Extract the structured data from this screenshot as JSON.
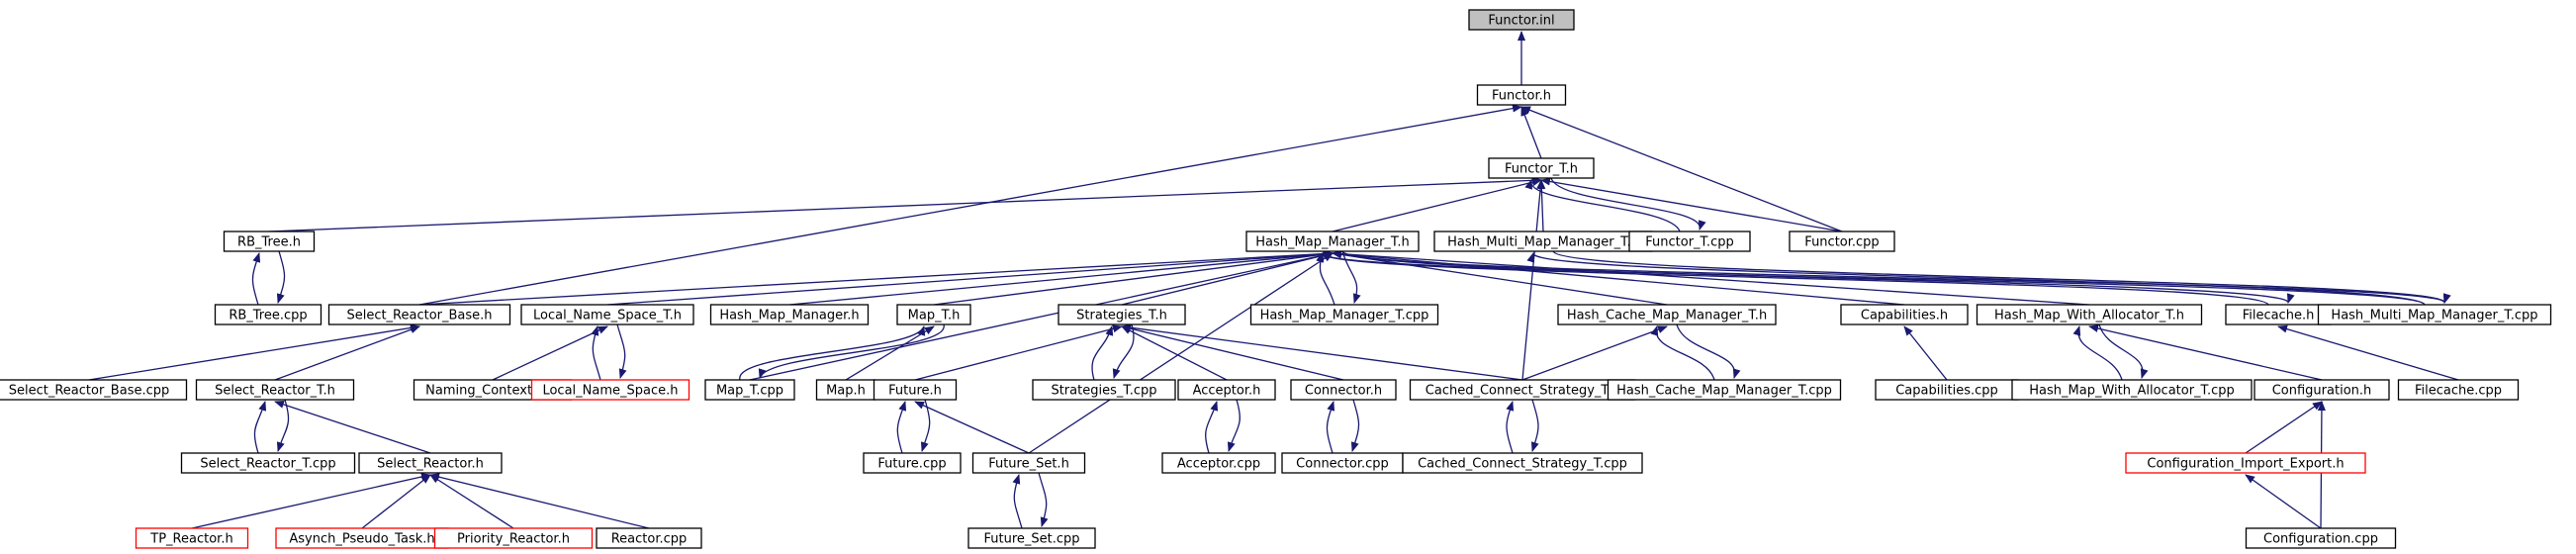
{
  "colors": {
    "edge": "#191970",
    "border_normal": "#000000",
    "border_truncated": "#ff0000",
    "fill_root": "#c0c0c0",
    "fill_normal": "#ffffff"
  },
  "nodes": [
    {
      "id": "functor_inl",
      "label": "Functor.inl",
      "kind": "root"
    },
    {
      "id": "functor_h",
      "label": "Functor.h",
      "kind": "normal"
    },
    {
      "id": "functor_t_h",
      "label": "Functor_T.h",
      "kind": "normal"
    },
    {
      "id": "rb_tree_h",
      "label": "RB_Tree.h",
      "kind": "normal"
    },
    {
      "id": "hash_map_manager_t_h",
      "label": "Hash_Map_Manager_T.h",
      "kind": "normal"
    },
    {
      "id": "hash_multi_map_manager_t_h",
      "label": "Hash_Multi_Map_Manager_T.h",
      "kind": "normal"
    },
    {
      "id": "functor_t_cpp",
      "label": "Functor_T.cpp",
      "kind": "normal"
    },
    {
      "id": "functor_cpp",
      "label": "Functor.cpp",
      "kind": "normal"
    },
    {
      "id": "rb_tree_cpp",
      "label": "RB_Tree.cpp",
      "kind": "normal"
    },
    {
      "id": "select_reactor_base_h",
      "label": "Select_Reactor_Base.h",
      "kind": "normal"
    },
    {
      "id": "local_name_space_t_h",
      "label": "Local_Name_Space_T.h",
      "kind": "normal"
    },
    {
      "id": "hash_map_manager_h",
      "label": "Hash_Map_Manager.h",
      "kind": "normal"
    },
    {
      "id": "map_t_h",
      "label": "Map_T.h",
      "kind": "normal"
    },
    {
      "id": "strategies_t_h",
      "label": "Strategies_T.h",
      "kind": "normal"
    },
    {
      "id": "hash_map_manager_t_cpp",
      "label": "Hash_Map_Manager_T.cpp",
      "kind": "normal"
    },
    {
      "id": "hash_cache_map_manager_t_h",
      "label": "Hash_Cache_Map_Manager_T.h",
      "kind": "normal"
    },
    {
      "id": "capabilities_h",
      "label": "Capabilities.h",
      "kind": "normal"
    },
    {
      "id": "hash_map_with_allocator_t_h",
      "label": "Hash_Map_With_Allocator_T.h",
      "kind": "normal"
    },
    {
      "id": "filecache_h",
      "label": "Filecache.h",
      "kind": "normal"
    },
    {
      "id": "hash_multi_map_manager_t_cpp",
      "label": "Hash_Multi_Map_Manager_T.cpp",
      "kind": "normal"
    },
    {
      "id": "select_reactor_base_cpp",
      "label": "Select_Reactor_Base.cpp",
      "kind": "normal"
    },
    {
      "id": "select_reactor_t_h",
      "label": "Select_Reactor_T.h",
      "kind": "normal"
    },
    {
      "id": "naming_context_cpp",
      "label": "Naming_Context.cpp",
      "kind": "normal"
    },
    {
      "id": "local_name_space_h",
      "label": "Local_Name_Space.h",
      "kind": "truncated"
    },
    {
      "id": "map_t_cpp",
      "label": "Map_T.cpp",
      "kind": "normal"
    },
    {
      "id": "map_h",
      "label": "Map.h",
      "kind": "normal"
    },
    {
      "id": "future_h",
      "label": "Future.h",
      "kind": "normal"
    },
    {
      "id": "strategies_t_cpp",
      "label": "Strategies_T.cpp",
      "kind": "normal"
    },
    {
      "id": "acceptor_h",
      "label": "Acceptor.h",
      "kind": "normal"
    },
    {
      "id": "connector_h",
      "label": "Connector.h",
      "kind": "normal"
    },
    {
      "id": "cached_connect_strategy_t_h",
      "label": "Cached_Connect_Strategy_T.h",
      "kind": "normal"
    },
    {
      "id": "hash_cache_map_manager_t_cpp",
      "label": "Hash_Cache_Map_Manager_T.cpp",
      "kind": "normal"
    },
    {
      "id": "capabilities_cpp",
      "label": "Capabilities.cpp",
      "kind": "normal"
    },
    {
      "id": "hash_map_with_allocator_t_cpp",
      "label": "Hash_Map_With_Allocator_T.cpp",
      "kind": "normal"
    },
    {
      "id": "configuration_h",
      "label": "Configuration.h",
      "kind": "normal"
    },
    {
      "id": "filecache_cpp",
      "label": "Filecache.cpp",
      "kind": "normal"
    },
    {
      "id": "select_reactor_t_cpp",
      "label": "Select_Reactor_T.cpp",
      "kind": "normal"
    },
    {
      "id": "select_reactor_h",
      "label": "Select_Reactor.h",
      "kind": "normal"
    },
    {
      "id": "future_cpp",
      "label": "Future.cpp",
      "kind": "normal"
    },
    {
      "id": "future_set_h",
      "label": "Future_Set.h",
      "kind": "normal"
    },
    {
      "id": "acceptor_cpp",
      "label": "Acceptor.cpp",
      "kind": "normal"
    },
    {
      "id": "connector_cpp",
      "label": "Connector.cpp",
      "kind": "normal"
    },
    {
      "id": "cached_connect_strategy_t_cpp",
      "label": "Cached_Connect_Strategy_T.cpp",
      "kind": "normal"
    },
    {
      "id": "configuration_import_export_h",
      "label": "Configuration_Import_Export.h",
      "kind": "truncated"
    },
    {
      "id": "tp_reactor_h",
      "label": "TP_Reactor.h",
      "kind": "truncated"
    },
    {
      "id": "asynch_pseudo_task_h",
      "label": "Asynch_Pseudo_Task.h",
      "kind": "truncated"
    },
    {
      "id": "priority_reactor_h",
      "label": "Priority_Reactor.h",
      "kind": "truncated"
    },
    {
      "id": "reactor_cpp",
      "label": "Reactor.cpp",
      "kind": "normal"
    },
    {
      "id": "future_set_cpp",
      "label": "Future_Set.cpp",
      "kind": "normal"
    },
    {
      "id": "configuration_cpp",
      "label": "Configuration.cpp",
      "kind": "normal"
    }
  ],
  "edges": [
    [
      "functor_inl",
      "functor_h"
    ],
    [
      "functor_h",
      "functor_t_h"
    ],
    [
      "functor_h",
      "select_reactor_base_h"
    ],
    [
      "functor_h",
      "functor_cpp"
    ],
    [
      "functor_t_h",
      "rb_tree_h"
    ],
    [
      "functor_t_h",
      "hash_map_manager_t_h"
    ],
    [
      "functor_t_h",
      "hash_multi_map_manager_t_h"
    ],
    [
      "functor_t_h",
      "functor_t_cpp"
    ],
    [
      "functor_t_h",
      "functor_cpp"
    ],
    [
      "functor_t_h",
      "cached_connect_strategy_t_h"
    ],
    [
      "rb_tree_h",
      "rb_tree_cpp"
    ],
    [
      "hash_map_manager_t_h",
      "select_reactor_base_h"
    ],
    [
      "hash_map_manager_t_h",
      "local_name_space_t_h"
    ],
    [
      "hash_map_manager_t_h",
      "hash_map_manager_h"
    ],
    [
      "hash_map_manager_t_h",
      "map_t_h"
    ],
    [
      "hash_map_manager_t_h",
      "strategies_t_h"
    ],
    [
      "hash_map_manager_t_h",
      "hash_map_manager_t_cpp"
    ],
    [
      "hash_map_manager_t_h",
      "hash_cache_map_manager_t_h"
    ],
    [
      "hash_map_manager_t_h",
      "capabilities_h"
    ],
    [
      "hash_map_manager_t_h",
      "hash_map_with_allocator_t_h"
    ],
    [
      "hash_map_manager_t_h",
      "filecache_h"
    ],
    [
      "hash_map_manager_t_h",
      "hash_multi_map_manager_t_cpp"
    ],
    [
      "hash_map_manager_t_h",
      "future_set_h"
    ],
    [
      "hash_map_manager_t_h",
      "map_t_cpp"
    ],
    [
      "hash_multi_map_manager_t_h",
      "hash_multi_map_manager_t_cpp"
    ],
    [
      "select_reactor_base_h",
      "select_reactor_base_cpp"
    ],
    [
      "select_reactor_base_h",
      "select_reactor_t_h"
    ],
    [
      "local_name_space_t_h",
      "naming_context_cpp"
    ],
    [
      "local_name_space_t_h",
      "local_name_space_h"
    ],
    [
      "map_t_h",
      "map_t_cpp"
    ],
    [
      "map_t_h",
      "map_h"
    ],
    [
      "strategies_t_h",
      "future_h"
    ],
    [
      "strategies_t_h",
      "strategies_t_cpp"
    ],
    [
      "strategies_t_h",
      "acceptor_h"
    ],
    [
      "strategies_t_h",
      "connector_h"
    ],
    [
      "strategies_t_h",
      "cached_connect_strategy_t_h"
    ],
    [
      "hash_cache_map_manager_t_h",
      "cached_connect_strategy_t_h"
    ],
    [
      "hash_cache_map_manager_t_h",
      "hash_cache_map_manager_t_cpp"
    ],
    [
      "capabilities_h",
      "capabilities_cpp"
    ],
    [
      "hash_map_with_allocator_t_h",
      "hash_map_with_allocator_t_cpp"
    ],
    [
      "hash_map_with_allocator_t_h",
      "configuration_h"
    ],
    [
      "filecache_h",
      "filecache_cpp"
    ],
    [
      "select_reactor_t_h",
      "select_reactor_t_cpp"
    ],
    [
      "select_reactor_t_h",
      "select_reactor_h"
    ],
    [
      "future_h",
      "future_cpp"
    ],
    [
      "future_h",
      "future_set_h"
    ],
    [
      "acceptor_h",
      "acceptor_cpp"
    ],
    [
      "connector_h",
      "connector_cpp"
    ],
    [
      "cached_connect_strategy_t_h",
      "cached_connect_strategy_t_cpp"
    ],
    [
      "configuration_h",
      "configuration_import_export_h"
    ],
    [
      "configuration_h",
      "configuration_cpp"
    ],
    [
      "select_reactor_h",
      "tp_reactor_h"
    ],
    [
      "select_reactor_h",
      "asynch_pseudo_task_h"
    ],
    [
      "select_reactor_h",
      "priority_reactor_h"
    ],
    [
      "select_reactor_h",
      "reactor_cpp"
    ],
    [
      "future_set_h",
      "future_set_cpp"
    ],
    [
      "configuration_import_export_h",
      "configuration_cpp"
    ]
  ],
  "back_edges": [
    [
      "functor_t_h",
      "functor_t_cpp"
    ],
    [
      "rb_tree_h",
      "rb_tree_cpp"
    ],
    [
      "hash_map_manager_t_h",
      "hash_map_manager_t_cpp"
    ],
    [
      "hash_map_manager_t_h",
      "filecache_h"
    ],
    [
      "hash_map_manager_t_h",
      "hash_multi_map_manager_t_cpp"
    ],
    [
      "map_t_h",
      "map_t_cpp"
    ],
    [
      "local_name_space_t_h",
      "local_name_space_h"
    ],
    [
      "strategies_t_h",
      "strategies_t_cpp"
    ],
    [
      "hash_cache_map_manager_t_h",
      "hash_cache_map_manager_t_cpp"
    ],
    [
      "hash_map_with_allocator_t_h",
      "hash_map_with_allocator_t_cpp"
    ],
    [
      "select_reactor_t_h",
      "select_reactor_t_cpp"
    ],
    [
      "future_h",
      "future_cpp"
    ],
    [
      "acceptor_h",
      "acceptor_cpp"
    ],
    [
      "connector_h",
      "connector_cpp"
    ],
    [
      "cached_connect_strategy_t_h",
      "cached_connect_strategy_t_cpp"
    ],
    [
      "future_set_h",
      "future_set_cpp"
    ],
    [
      "hash_multi_map_manager_t_h",
      "hash_multi_map_manager_t_cpp"
    ]
  ]
}
